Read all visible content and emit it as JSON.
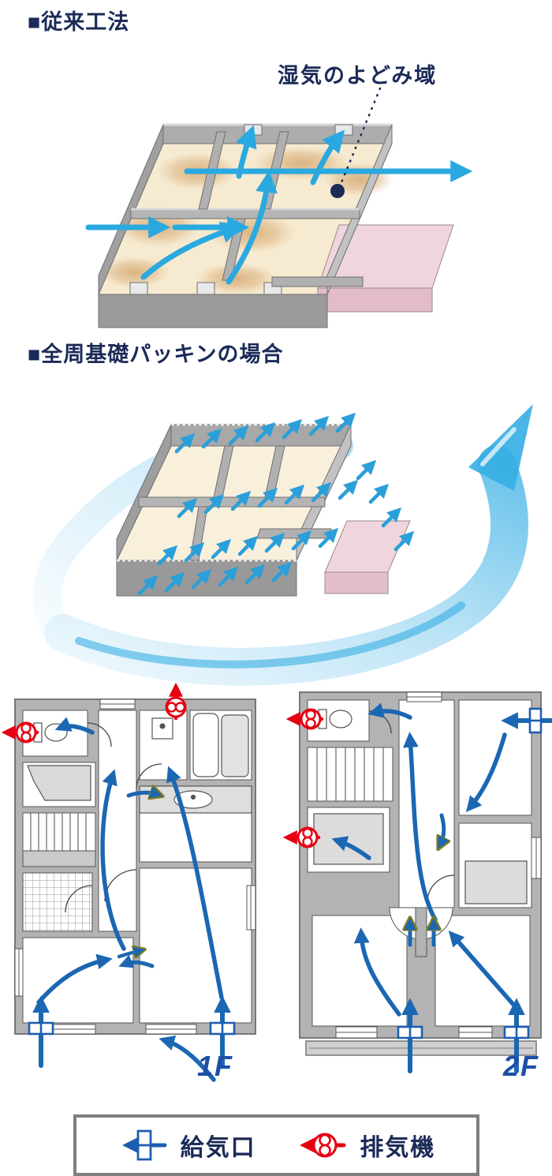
{
  "sections": {
    "conventional": {
      "heading": "■従来工法",
      "stagnation_label": "湿気のよどみ域"
    },
    "packing": {
      "heading": "■全周基礎パッキンの場合"
    }
  },
  "floorplans": {
    "floor1_label": "1F",
    "floor2_label": "2F"
  },
  "legend": {
    "supply_label": "給気口",
    "exhaust_label": "排気機"
  },
  "colors": {
    "heading_navy": "#1b2a57",
    "airflow_light_blue": "#2aa9e0",
    "plan_arrow_blue": "#1b67b3",
    "exhaust_red": "#e60012",
    "supply_blue": "#1e5eb0",
    "stagnation_tan": "#d9ac77",
    "floor_beige": "#f6ead0",
    "porch_pink": "#f0d5dc",
    "wall_gray": "#b3b3b3",
    "floor_label_blue": "#1d4fa5"
  }
}
